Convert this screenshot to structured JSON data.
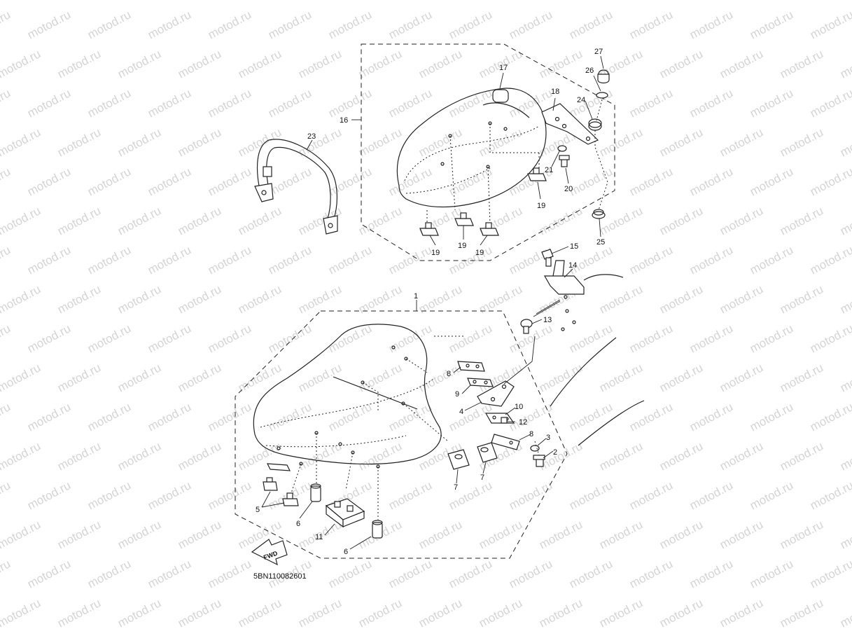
{
  "diagram": {
    "watermark": "motod.ru",
    "drawing_code": "5BN110082601",
    "fwd_label": "FWD",
    "callouts": {
      "c1": "1",
      "c2": "2",
      "c3": "3",
      "c4": "4",
      "c5": "5",
      "c6a": "6",
      "c6b": "6",
      "c7a": "7",
      "c7b": "7",
      "c8a": "8",
      "c8b": "8",
      "c9": "9",
      "c10": "10",
      "c11": "11",
      "c12": "12",
      "c13": "13",
      "c14": "14",
      "c15": "15",
      "c16": "16",
      "c17": "17",
      "c18": "18",
      "c19a": "19",
      "c19b": "19",
      "c19c": "19",
      "c19d": "19",
      "c20": "20",
      "c21": "21",
      "c23": "23",
      "c24": "24",
      "c25": "25",
      "c26": "26",
      "c27": "27"
    }
  }
}
